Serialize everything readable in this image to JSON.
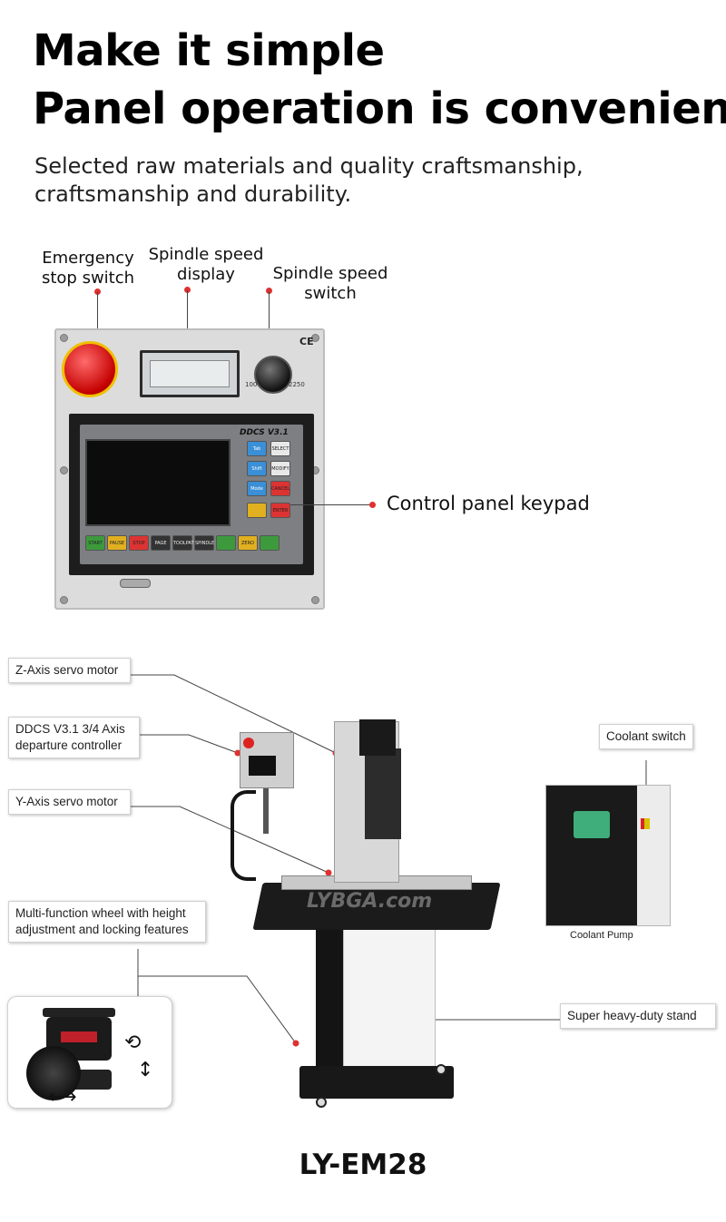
{
  "header": {
    "line1": "Make it simple",
    "line2": "Panel operation is convenient",
    "sub1": "Selected raw materials and quality craftsmanship,",
    "sub2": "craftsmanship and durability."
  },
  "panel_labels": {
    "emergency_line1": "Emergency",
    "emergency_line2": "stop switch",
    "spindle_display_line1": "Spindle speed",
    "spindle_display_line2": "display",
    "spindle_switch_line1": "Spindle speed",
    "spindle_switch_line2": "switch",
    "keypad": "Control panel keypad"
  },
  "panel": {
    "ce_mark": "CE",
    "knob_min": "100",
    "knob_max": "2250",
    "controller_name": "DDCS V3.1",
    "keys": [
      "Tab",
      "Shift",
      "Mode",
      "SELECT",
      "MODIFY",
      "CANCEL",
      "ENTER",
      "START",
      "PAUSE",
      "STOP",
      "PAGE",
      "TOOLPATH",
      "SPINDLE",
      "ZERO"
    ]
  },
  "callouts": {
    "z_axis": "Z-Axis servo motor",
    "ddcs_line1": "DDCS V3.1 3/4 Axis",
    "ddcs_line2": "departure controller",
    "y_axis": "Y-Axis servo motor",
    "wheel_line1": "Multi-function wheel with height",
    "wheel_line2": "adjustment and locking features",
    "coolant_switch": "Coolant switch",
    "coolant_pump": "Coolant Pump",
    "stand": "Super heavy-duty stand"
  },
  "watermark": "LYBGA.com",
  "model": "LY-EM28"
}
